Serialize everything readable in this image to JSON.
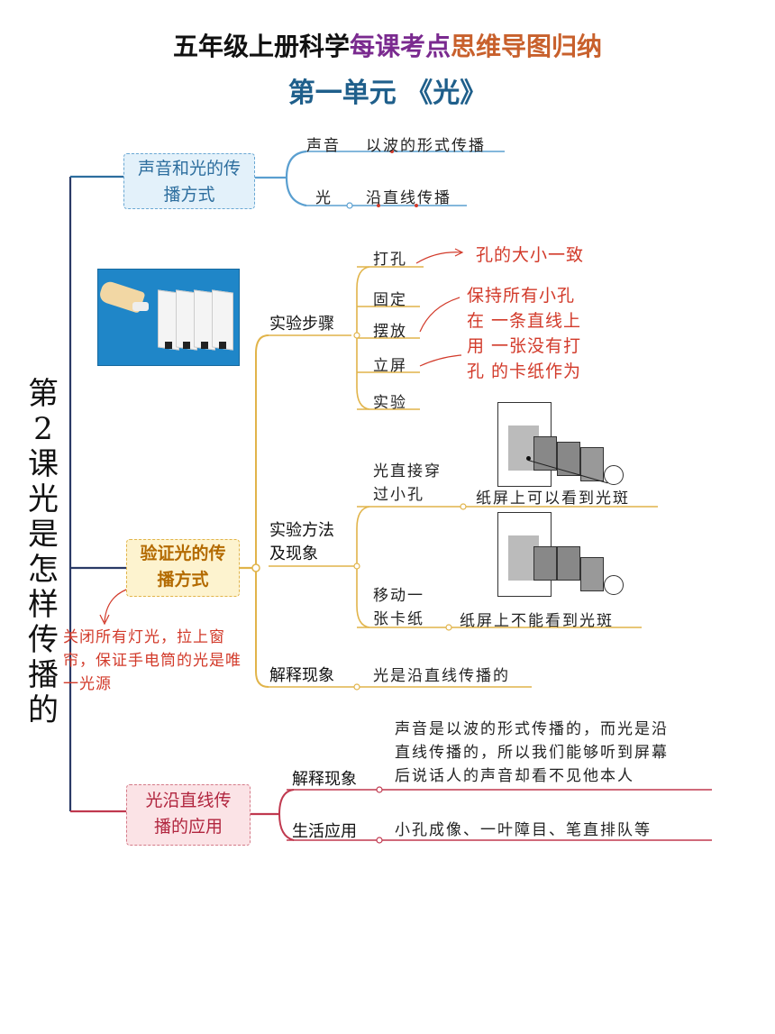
{
  "title": {
    "part1": "五年级上册科学",
    "part2": "每课考点",
    "part3": "思维导图归纳"
  },
  "colors": {
    "part1": "#111111",
    "part2": "#7a2a8f",
    "part3": "#c8602c",
    "subtitle": "#1f5f8b"
  },
  "subtitle": "第一单元 《光》",
  "lesson_title": "第2课光是怎样传播的",
  "branch1": {
    "label": "声音和光的传播方式",
    "items": [
      {
        "name": "声音",
        "desc": "以波的形式传播"
      },
      {
        "name": "光",
        "desc": "沿直线传播"
      }
    ]
  },
  "branch2": {
    "label": "验证光的传播方式",
    "note": "关闭所有灯光，拉上窗帘，保证手电筒的光是唯一光源",
    "steps": {
      "label": "实验步骤",
      "items": [
        "打孔",
        "固定",
        "摆放",
        "立屏",
        "实验"
      ],
      "note_hole": "孔的大小一致",
      "note_place_lines": [
        "保持所有小孔",
        "在 一条直线上",
        "用 一张没有打",
        "孔 的卡纸作为"
      ]
    },
    "method": {
      "label": "实验方法及现象",
      "label_lines": [
        "实验方法",
        "及现象"
      ],
      "cases": [
        {
          "condition_lines": [
            "光直接穿",
            "过小孔"
          ],
          "result": "纸屏上可以看到光斑"
        },
        {
          "condition_lines": [
            "移动一",
            "张卡纸"
          ],
          "result": "纸屏上不能看到光斑"
        }
      ]
    },
    "explain": {
      "label": "解释现象",
      "text": "光是沿直线传播的"
    }
  },
  "branch3": {
    "label": "光沿直线传播的应用",
    "label_lines": [
      "光沿直线传",
      "播的应用"
    ],
    "explain": {
      "label": "解释现象",
      "text_lines": [
        "声音是以波的形式传播的，而光是沿",
        "直线传播的，所以我们能够听到屏幕",
        "后说话人的声音却看不见他本人"
      ]
    },
    "life": {
      "label": "生活应用",
      "text": "小孔成像、一叶障目、笔直排队等"
    }
  }
}
